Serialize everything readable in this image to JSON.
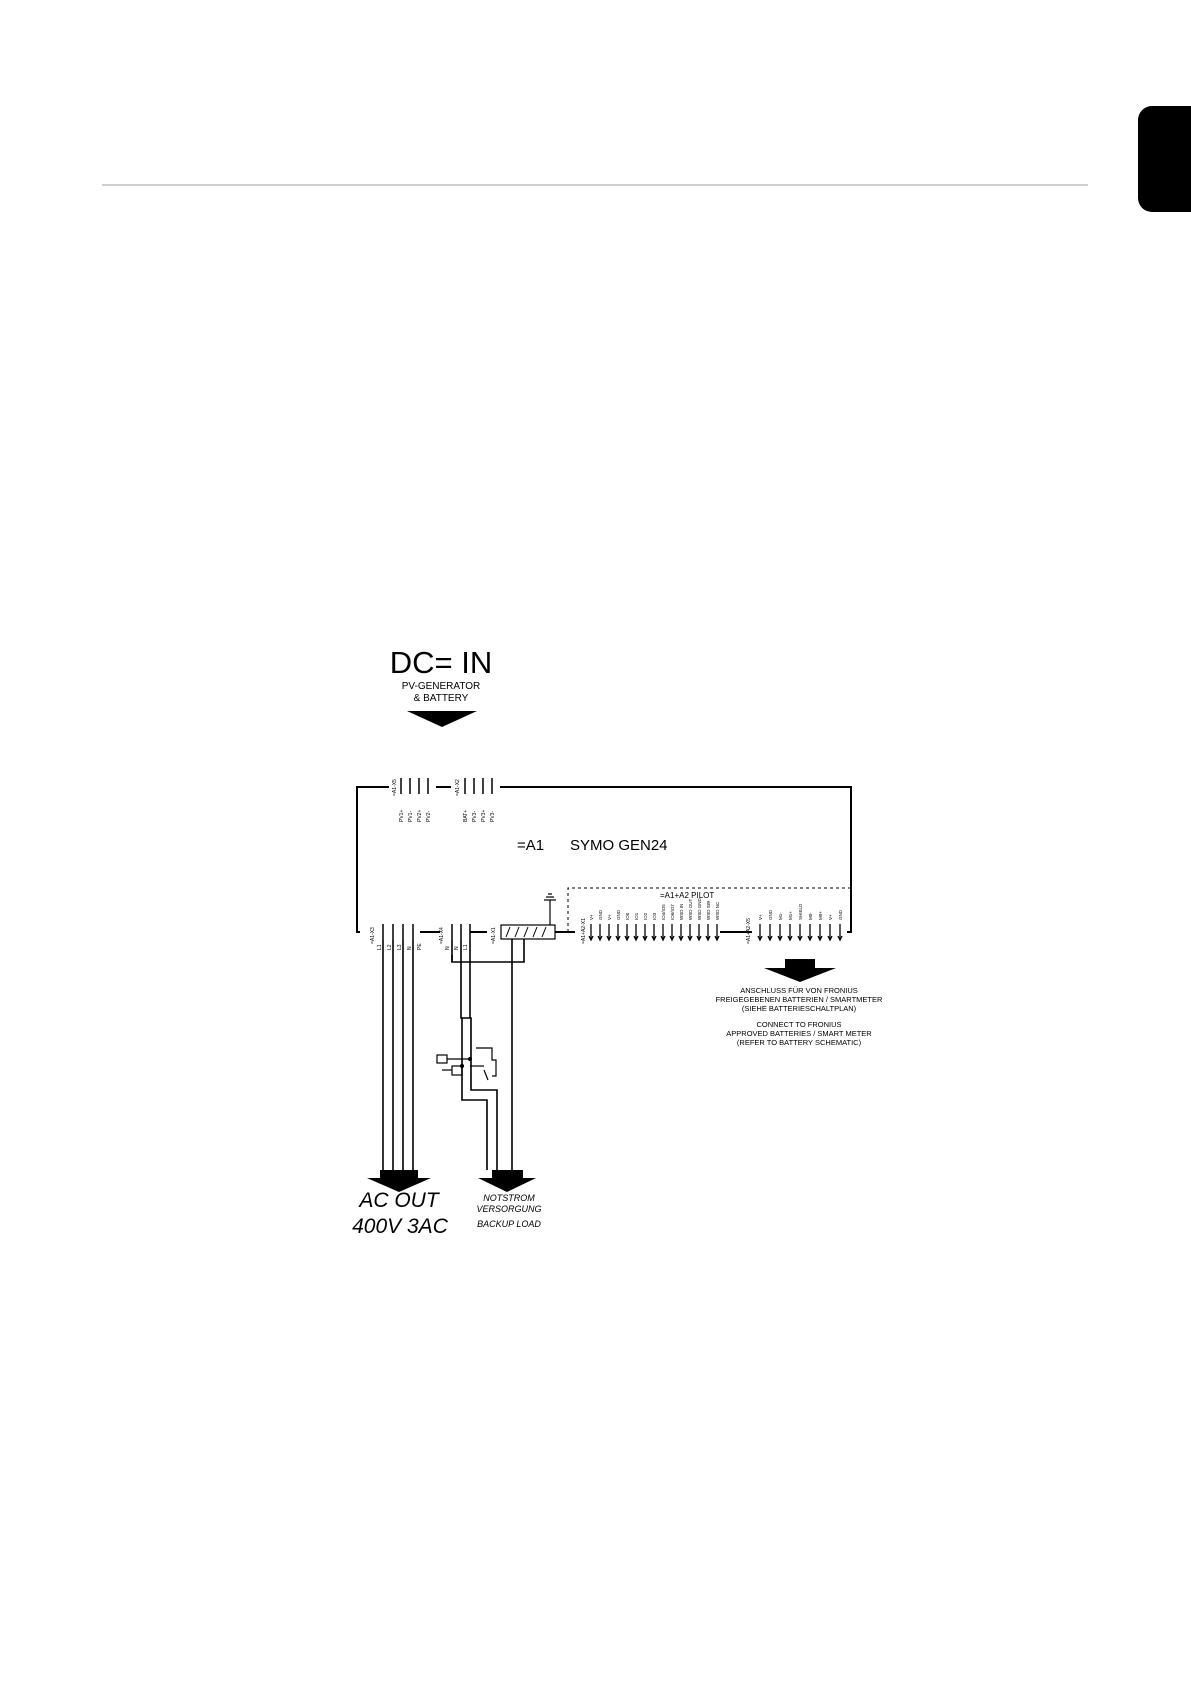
{
  "page": {
    "side_tab_color": "#000000",
    "rule_color": "#cfcfcf"
  },
  "diagram": {
    "dc_in": {
      "title": "DC= IN",
      "line1": "PV-GENERATOR",
      "line2": "& BATTERY"
    },
    "device": {
      "id": "=A1",
      "name": "SYMO GEN24"
    },
    "pilot": {
      "label": "=A1+A2 PILOT"
    },
    "terminals": {
      "x5": "=A1-X5",
      "x2": "=A1-X2",
      "x3": "=A1-X3",
      "x4": "=A1-X4",
      "x1": "=A1-X1",
      "a2x1": "=A1+A2-X1",
      "a2x5": "=A1+A2-X5",
      "dc1": [
        "PV1+",
        "PV1-",
        "PV2+",
        "PV2-"
      ],
      "dc2": [
        "BAT+",
        "PV3-",
        "PV3+",
        "PV3-"
      ],
      "ac": [
        "L1",
        "L2",
        "L3",
        "N",
        "PE"
      ],
      "backup": [
        "N",
        "N",
        "L1"
      ]
    },
    "pilot_pins_left": [
      "V+",
      "GND",
      "V+",
      "GND",
      "IO0",
      "IO1",
      "IO2",
      "IO3",
      "IO4/IO5",
      "IO6/IO7",
      "WSD IN",
      "WSD OUT",
      "WSD GND",
      "WSD SW",
      "WSD NC"
    ],
    "pilot_pins_right": [
      "V+",
      "GND",
      "M1-",
      "M1+",
      "SHIELD",
      "M0-",
      "M0+",
      "V+",
      "GND"
    ],
    "notes_de": [
      "ANSCHLUSS FÜR VON FRONIUS",
      "FREIGEGEBENEN BATTERIEN / SMARTMETER",
      "(SIEHE BATTERIESCHALTPLAN)"
    ],
    "notes_en": [
      "CONNECT TO FRONIUS",
      "APPROVED BATTERIES / SMART METER",
      "(REFER TO BATTERY SCHEMATIC)"
    ],
    "ac_out": {
      "line1": "AC OUT",
      "line2": "400V 3AC"
    },
    "backup": {
      "line1": "NOTSTROM",
      "line2": "VERSORGUNG",
      "line3": "BACKUP LOAD"
    }
  }
}
